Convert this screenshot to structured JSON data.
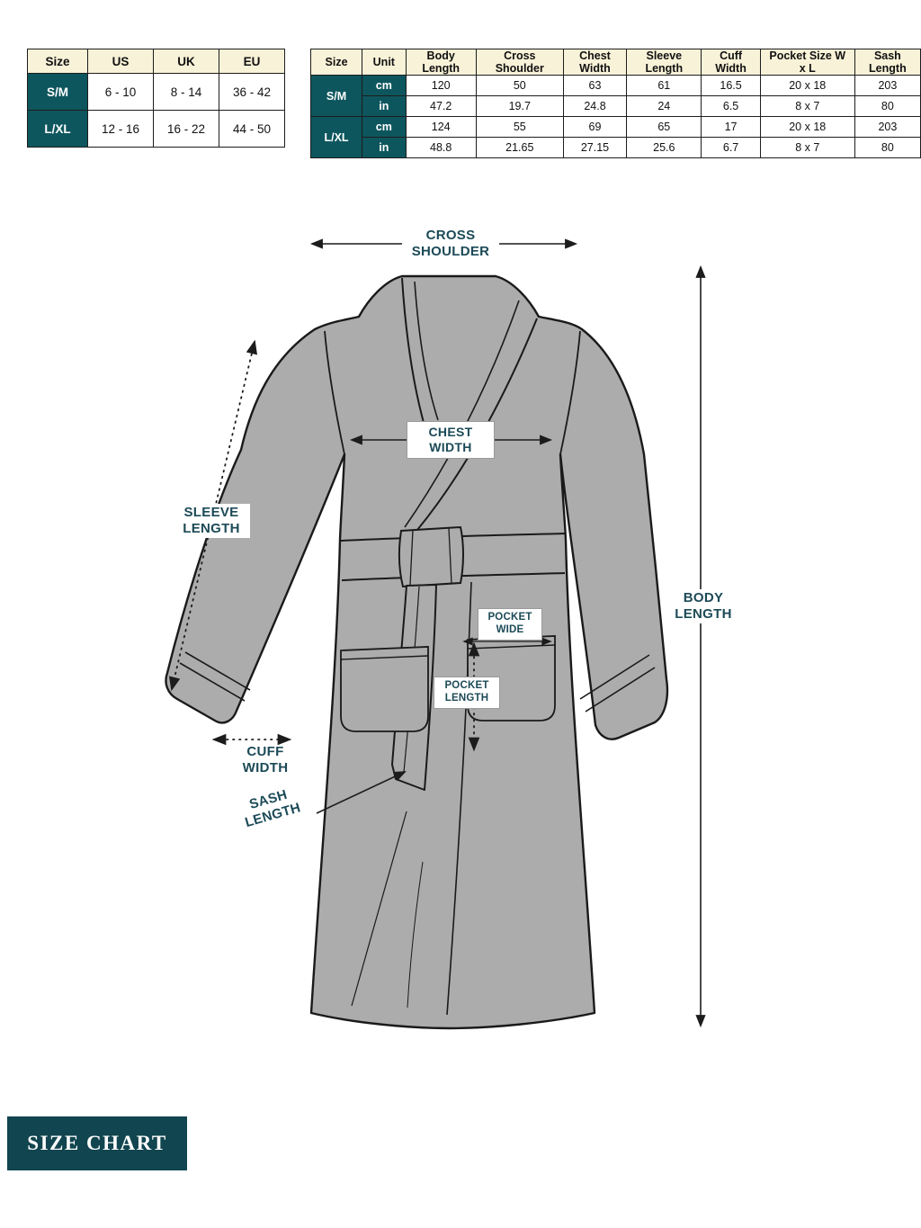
{
  "badge": {
    "label": "SIZE CHART"
  },
  "size_table": {
    "headers": [
      "Size",
      "US",
      "UK",
      "EU"
    ],
    "rows": [
      {
        "size": "S/M",
        "us": "6 - 10",
        "uk": "8 - 14",
        "eu": "36 - 42"
      },
      {
        "size": "L/XL",
        "us": "12 - 16",
        "uk": "16 - 22",
        "eu": "44 - 50"
      }
    ]
  },
  "measurement_table": {
    "headers": [
      "Size",
      "Unit",
      "Body Length",
      "Cross Shoulder",
      "Chest Width",
      "Sleeve Length",
      "Cuff Width",
      "Pocket Size W x L",
      "Sash Length"
    ],
    "rows": [
      {
        "size": "S/M",
        "unit": "cm",
        "body_length": "120",
        "cross_shoulder": "50",
        "chest_width": "63",
        "sleeve_length": "61",
        "cuff_width": "16.5",
        "pocket_size": "20 x 18",
        "sash_length": "203"
      },
      {
        "size": "S/M",
        "unit": "in",
        "body_length": "47.2",
        "cross_shoulder": "19.7",
        "chest_width": "24.8",
        "sleeve_length": "24",
        "cuff_width": "6.5",
        "pocket_size": "8 x 7",
        "sash_length": "80"
      },
      {
        "size": "L/XL",
        "unit": "cm",
        "body_length": "124",
        "cross_shoulder": "55",
        "chest_width": "69",
        "sleeve_length": "65",
        "cuff_width": "17",
        "pocket_size": "20 x 18",
        "sash_length": "203"
      },
      {
        "size": "L/XL",
        "unit": "in",
        "body_length": "48.8",
        "cross_shoulder": "21.65",
        "chest_width": "27.15",
        "sleeve_length": "25.6",
        "cuff_width": "6.7",
        "pocket_size": "8 x 7",
        "sash_length": "80"
      }
    ]
  },
  "diagram_labels": {
    "cross_shoulder": "CROSS SHOULDER",
    "chest_width": "CHEST WIDTH",
    "sleeve_length": "SLEEVE LENGTH",
    "body_length": "BODY LENGTH",
    "pocket_wide": "POCKET WIDE",
    "pocket_length": "POCKET LENGTH",
    "cuff_width": "CUFF WIDTH",
    "sash_length": "SASH LENGTH"
  },
  "colors": {
    "teal_cell": "#0E565E",
    "cream_header": "#F8F2D8",
    "label_text": "#1C4A57",
    "robe_fill": "#ACACAC",
    "outline": "#1A1A1A",
    "badge_bg": "#11454F"
  }
}
